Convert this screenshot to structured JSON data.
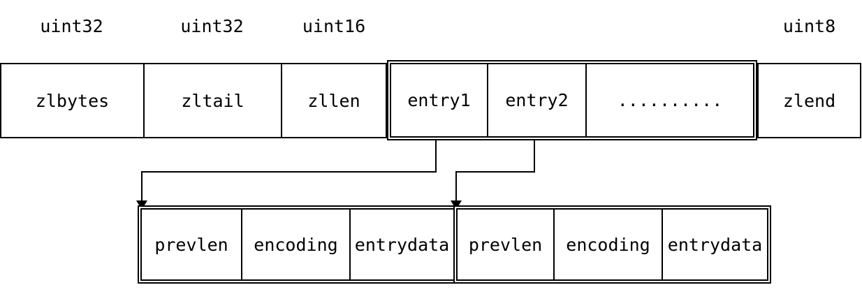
{
  "colors": {
    "line": "#000000",
    "background": "#ffffff"
  },
  "type_labels": {
    "over_zlbytes": "uint32",
    "over_zltail": "uint32",
    "over_zllen": "uint16",
    "over_zlend": "uint8"
  },
  "ziplist_row": {
    "zlbytes": "zlbytes",
    "zltail": "zltail",
    "zllen": "zllen",
    "entry1": "entry1",
    "entry2": "entry2",
    "more_entries": "..........",
    "zlend": "zlend"
  },
  "entry_detail": {
    "entry1": {
      "prevlen": "prevlen",
      "encoding": "encoding",
      "entrydata": "entrydata"
    },
    "entry2": {
      "prevlen": "prevlen",
      "encoding": "encoding",
      "entrydata": "entrydata"
    }
  }
}
